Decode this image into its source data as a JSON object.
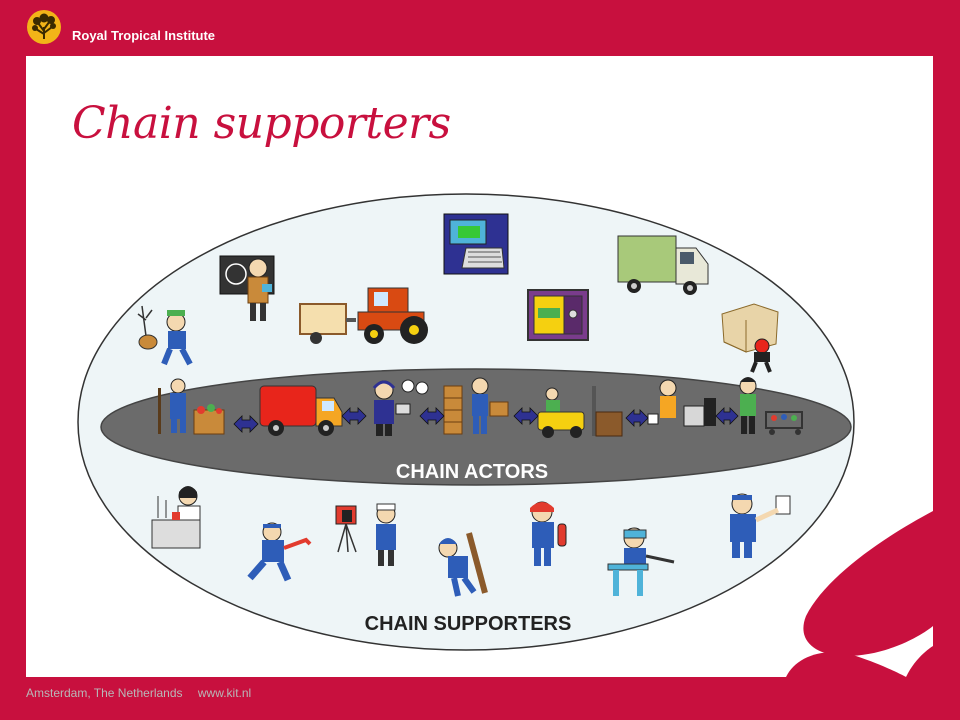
{
  "header": {
    "org_name": "Royal Tropical Institute",
    "logo_icon": "tree-icon"
  },
  "slide": {
    "title": "Chain supporters"
  },
  "diagram": {
    "inner_label": "CHAIN ACTORS",
    "outer_label": "CHAIN SUPPORTERS",
    "actor_icons": [
      "farmer-icon",
      "delivery-truck-icon",
      "call-center-icon",
      "packer-icon",
      "forklift-icon",
      "cashier-icon",
      "shopper-icon"
    ],
    "supporter_icons": [
      "gardener-icon",
      "teacher-icon",
      "tractor-icon",
      "computer-icon",
      "safe-icon",
      "lorry-icon",
      "porter-icon",
      "lab-worker-icon",
      "mechanic-icon",
      "photographer-icon",
      "lineman-icon",
      "firefighter-icon",
      "welder-icon",
      "electrician-icon"
    ],
    "colors": {
      "outer_fill": "#eef5f7",
      "inner_fill": "#6b6b6b",
      "arrow_fill": "#2e3192",
      "label_dark": "#222222",
      "label_light": "#ffffff"
    }
  },
  "footer": {
    "location": "Amsterdam, The Netherlands",
    "website": "www.kit.nl"
  },
  "brand": {
    "primary": "#c8103e"
  }
}
